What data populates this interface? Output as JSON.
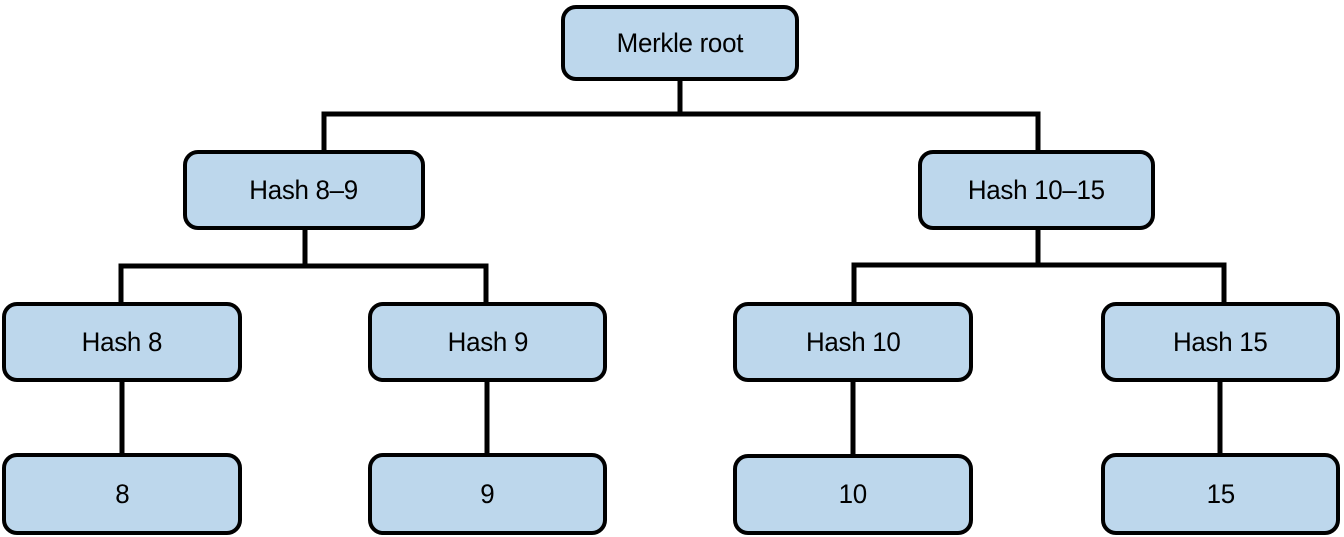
{
  "diagram": {
    "type": "tree",
    "colors": {
      "node_fill": "#bdd7ec",
      "node_border": "#000000",
      "connector": "#000000",
      "text": "#000000",
      "background": "#ffffff"
    },
    "tree": {
      "root": {
        "label": "Merkle root"
      },
      "level2": [
        {
          "label": "Hash 8–9"
        },
        {
          "label": "Hash 10–15"
        }
      ],
      "level3": [
        {
          "label": "Hash 8"
        },
        {
          "label": "Hash 9"
        },
        {
          "label": "Hash 10"
        },
        {
          "label": "Hash 15"
        }
      ],
      "leaves": [
        {
          "label": "8"
        },
        {
          "label": "9"
        },
        {
          "label": "10"
        },
        {
          "label": "15"
        }
      ]
    }
  }
}
